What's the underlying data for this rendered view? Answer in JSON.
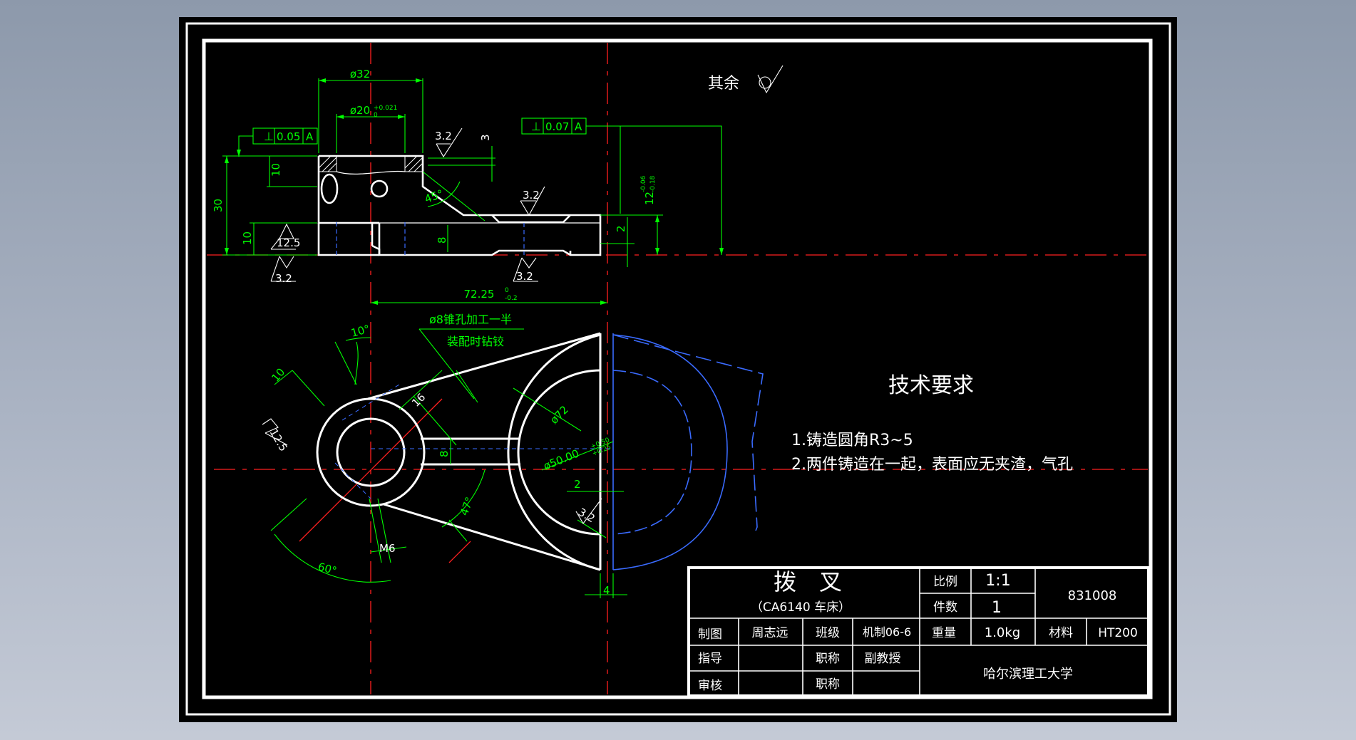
{
  "colors": {
    "background": "#000000",
    "part_outline": "#ffffff",
    "dimension": "#00ff00",
    "centerline": "#ff2020",
    "hidden_and_mating": "#3a6bff",
    "text": "#ffffff"
  },
  "notes": {
    "qiyu": "其余",
    "tech_title": "技术要求",
    "req1": "1.铸造圆角R3~5",
    "req2": "2.两件铸造在一起，表面应无夹渣，气孔",
    "taper_hole1": "ø8锥孔加工一半",
    "taper_hole2": "装配时钻铰"
  },
  "dims": {
    "d32": "ø32",
    "d20": "ø20",
    "d20_tol_up": "+0.021",
    "d20_tol_low": "0",
    "perp1_tol": "0.05",
    "perp1_datum": "A",
    "perp2_tol": "0.07",
    "perp2_datum": "A",
    "rough32_a": "3.2",
    "rough32_b": "3.2",
    "rough32_c": "3.2",
    "rough32_d": "3.2",
    "rough32_e": "3.2",
    "rough125_a": "12.5",
    "rough125_b": "12.5",
    "dim3": "3",
    "dim10_a": "10",
    "dim30": "30",
    "dim10_b": "10",
    "dim8_a": "8",
    "dim12": "12",
    "dim12_tol_up": "-0.06",
    "dim12_tol_low": "-0.18",
    "dim2_a": "2",
    "ang45": "45°",
    "dim7225": "72.25",
    "dim7225_tol_up": "0",
    "dim7225_tol_low": "-0.2",
    "ang10": "10°",
    "dim10_c": "10",
    "dim16": "16",
    "d72": "ø72",
    "d50": "ø50.00",
    "d50_tol_up": "+0.50",
    "d50_tol_low": "+0.25",
    "dim8_b": "8",
    "dim2_b": "2",
    "ang47": "47°",
    "m6": "M6",
    "ang60": "60°",
    "dim4": "4"
  },
  "title_block": {
    "name": "拨　叉",
    "subtitle": "（CA6140 车床）",
    "scale_label": "比例",
    "scale_value": "1:1",
    "qty_label": "件数",
    "qty_value": "1",
    "code": "831008",
    "drawn_label": "制图",
    "drawn_name": "周志远",
    "class_label": "班级",
    "class_value": "机制06-6",
    "weight_label": "重量",
    "weight_value": "1.0kg",
    "material_label": "材料",
    "material_value": "HT200",
    "guide_label": "指导",
    "title_label_1": "职称",
    "title_value_1": "副教授",
    "review_label": "审核",
    "title_label_2": "职称",
    "school": "哈尔滨理工大学"
  }
}
